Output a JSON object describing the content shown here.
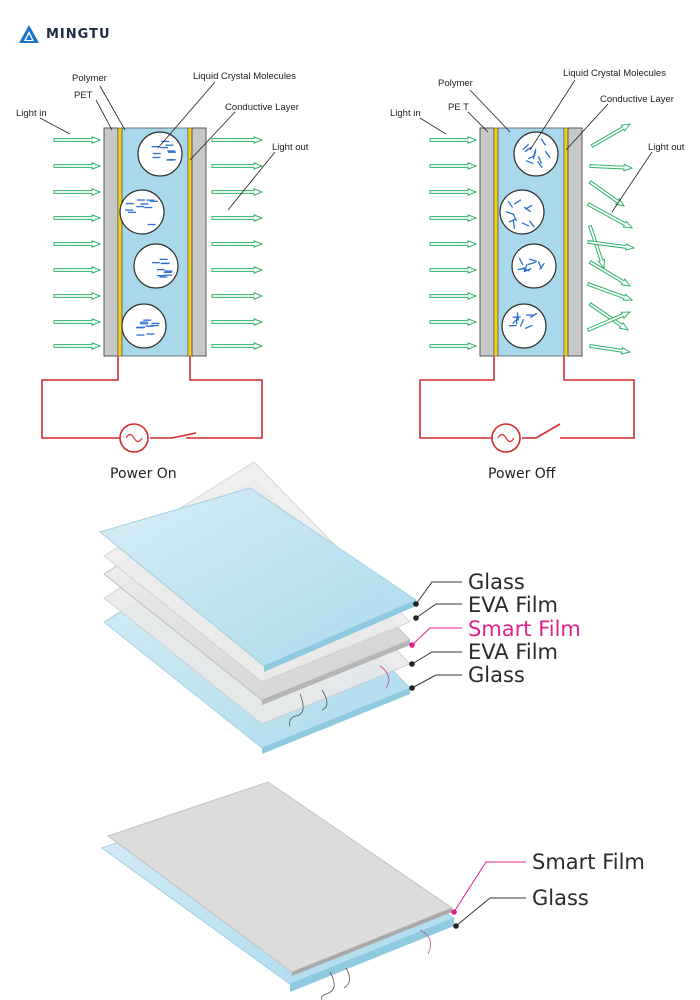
{
  "brand": {
    "name": "MINGTU",
    "accent": "#1a73c8"
  },
  "top_diagrams": [
    {
      "id": "power-on",
      "caption": "Power On",
      "labels": {
        "polymer": "Polymer",
        "liquid_crystal": "Liquid Crystal Molecules",
        "pet": "PET",
        "conductive": "Conductive Layer",
        "light_in": "Light in",
        "light_out": "Light out"
      },
      "molecules": "aligned"
    },
    {
      "id": "power-off",
      "caption": "Power Off",
      "labels": {
        "polymer": "Polymer",
        "liquid_crystal": "Liquid Crystal Molecules",
        "pet": "PE T",
        "conductive": "Conductive Layer",
        "light_in": "Light in",
        "light_out": "Light out"
      },
      "molecules": "random"
    }
  ],
  "stack_exploded": {
    "layers": [
      "Glass",
      "EVA Film",
      "Smart Film",
      "EVA Film",
      "Glass"
    ],
    "highlight": "Smart Film"
  },
  "stack_laminated": {
    "layers": [
      "Smart Film",
      "Glass"
    ]
  },
  "colors": {
    "light_arrow": "#2fb36a",
    "circuit": "#d62b2b",
    "lc_fill": "#a8d8ea",
    "molecule": "#2a6fd1",
    "highlight": "#e0218a",
    "glass": "#bfe4f0"
  }
}
